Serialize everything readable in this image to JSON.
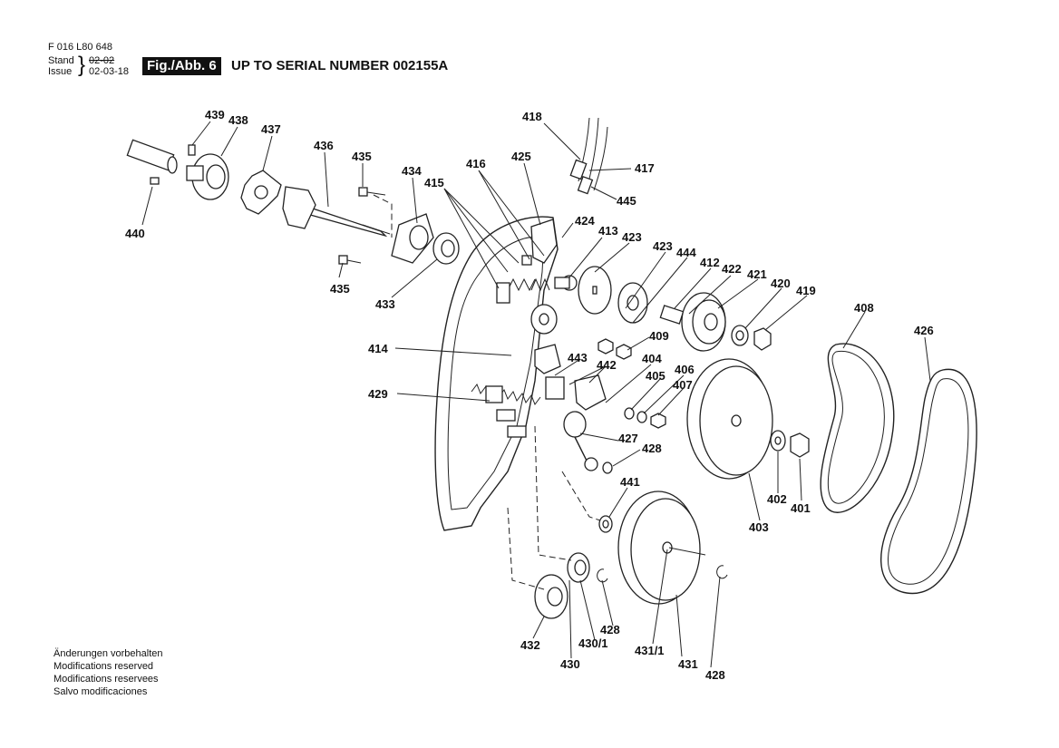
{
  "header": {
    "doc_number": "F 016 L80 648",
    "stand_label": "Stand",
    "issue_label": "Issue",
    "stand_date_struck": "02-02",
    "issue_date": "02-03-18",
    "fig_tag": "Fig./Abb. 6",
    "title": "UP TO SERIAL NUMBER 002155A"
  },
  "footer": [
    "Änderungen vorbehalten",
    "Modifications reserved",
    "Modifications reservees",
    "Salvo modificaciones"
  ],
  "part_labels": [
    "439",
    "438",
    "437",
    "436",
    "435",
    "434",
    "415",
    "416",
    "425",
    "418",
    "417",
    "445",
    "424",
    "413",
    "423",
    "440",
    "435",
    "433",
    "423",
    "444",
    "412",
    "422",
    "421",
    "420",
    "419",
    "408",
    "426",
    "414",
    "409",
    "443",
    "442",
    "404",
    "405",
    "406",
    "407",
    "429",
    "427",
    "428",
    "402",
    "401",
    "403",
    "441",
    "432",
    "430/1",
    "428",
    "431/1",
    "431",
    "428",
    "430"
  ]
}
